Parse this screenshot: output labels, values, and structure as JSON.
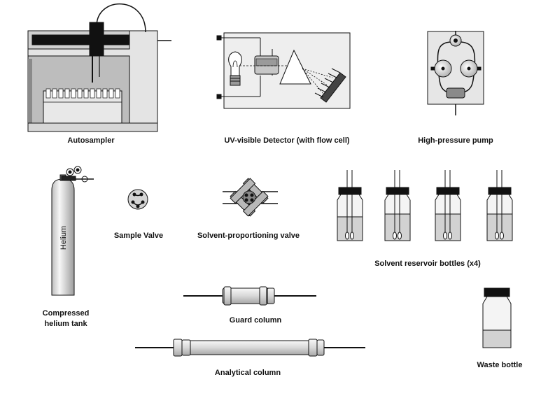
{
  "labels": {
    "autosampler": "Autosampler",
    "uv_detector": "UV-visible Detector (with flow cell)",
    "pump": "High-pressure pump",
    "helium_tank_line1": "Compressed",
    "helium_tank_line2": "helium tank",
    "sample_valve": "Sample Valve",
    "proportioning_valve": "Solvent-proportioning valve",
    "reservoir_bottles": "Solvent reservoir bottles (x4)",
    "guard_column": "Guard column",
    "analytical_column": "Analytical column",
    "waste_bottle": "Waste bottle",
    "tank_text": "Helium"
  },
  "colors": {
    "outline": "#111111",
    "panel": "#e6e6e6",
    "glass": "#f4f4f4",
    "liquid": "#d2d2d2",
    "metal": "#cfcfcf",
    "cap": "#111111"
  },
  "icons": [
    "lamp-icon",
    "prism-icon",
    "grating-icon",
    "check-valve-icon"
  ]
}
